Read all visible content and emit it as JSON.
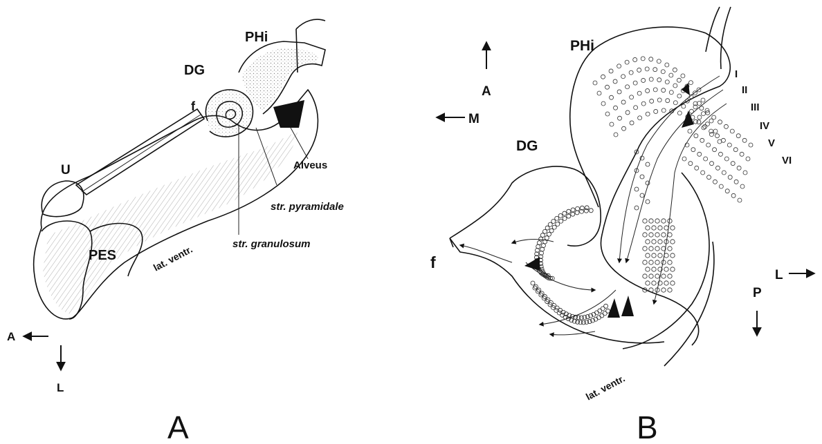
{
  "panel_a": {
    "panel_label": "A",
    "labels": {
      "phi": "PHi",
      "dg": "DG",
      "f": "f",
      "u": "U",
      "pes": "PES",
      "alveus": "Alveus",
      "str_pyramidale": "str. pyramidale",
      "str_granulosum": "str. granulosum",
      "lat_ventr": "lat. ventr."
    },
    "orientation": {
      "horizontal": "A",
      "vertical": "L"
    }
  },
  "panel_b": {
    "panel_label": "B",
    "labels": {
      "phi": "PHi",
      "dg": "DG",
      "f": "f",
      "lat_ventr": "lat. ventr."
    },
    "layers": [
      "I",
      "II",
      "III",
      "IV",
      "V",
      "VI"
    ],
    "orientation": {
      "up": "A",
      "left": "M",
      "right": "L",
      "down": "P"
    }
  }
}
